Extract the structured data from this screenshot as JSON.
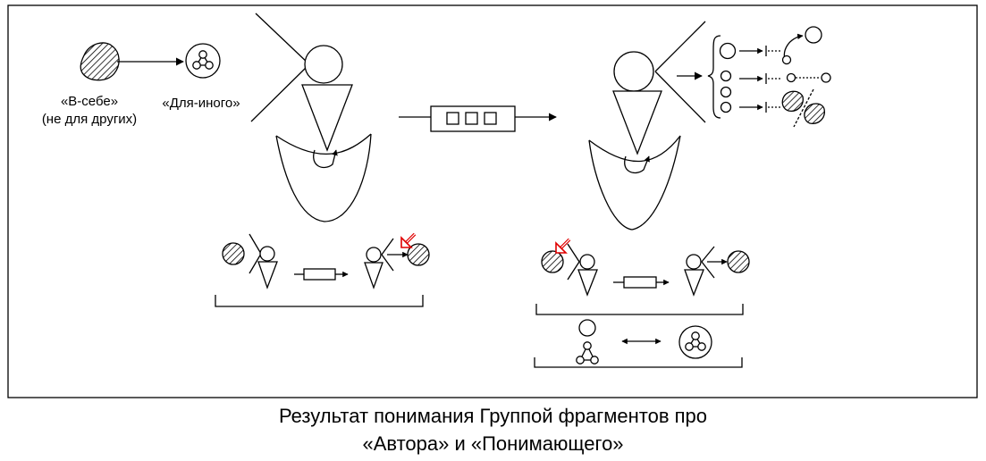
{
  "labels": {
    "in_itself_line1": "«В-себе»",
    "in_itself_line2": "(не для других)",
    "for_other": "«Для-иного»"
  },
  "caption": {
    "line1": "Результат понимания Группой фрагментов про",
    "line2": "«Автора» и «Понимающего»"
  },
  "colors": {
    "accent_arrow": "#e00000",
    "line": "#000000",
    "background": "#ffffff"
  },
  "icons": [
    "hatched-blob-icon",
    "three-node-graph-icon",
    "person-figure-icon",
    "message-box-icon",
    "red-arrow-icon"
  ]
}
